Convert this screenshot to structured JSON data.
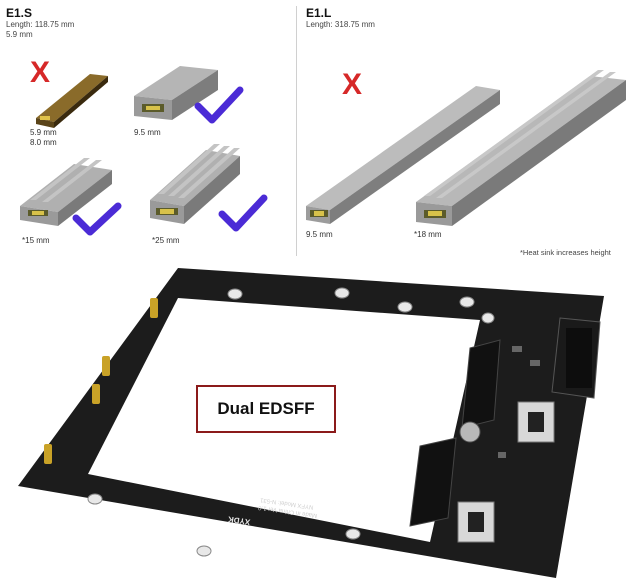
{
  "e1s": {
    "title": "E1.S",
    "length": "Length: 118.75 mm",
    "width": "5.9 mm",
    "cap_59": "5.9 mm",
    "cap_80": "8.0 mm",
    "cap_95": "9.5 mm",
    "cap_15": "*15 mm",
    "cap_25": "*25 mm"
  },
  "e1l": {
    "title": "E1.L",
    "length": "Length: 318.75 mm",
    "cap_95": "9.5 mm",
    "cap_18": "*18 mm",
    "note": "*Heat sink increases height"
  },
  "marks": {
    "cross": "X"
  },
  "board": {
    "label": "Dual EDSFF",
    "brand": "XYDK",
    "print_line1": "Made in China Ver 1.0",
    "print_line2": "NYFX Model: N-531",
    "colors": {
      "pcb": "#1c1c1c",
      "gold": "#c9a227",
      "check": "#4b2bd6",
      "cross": "#d62828",
      "box_border": "#8b1a1a"
    }
  }
}
